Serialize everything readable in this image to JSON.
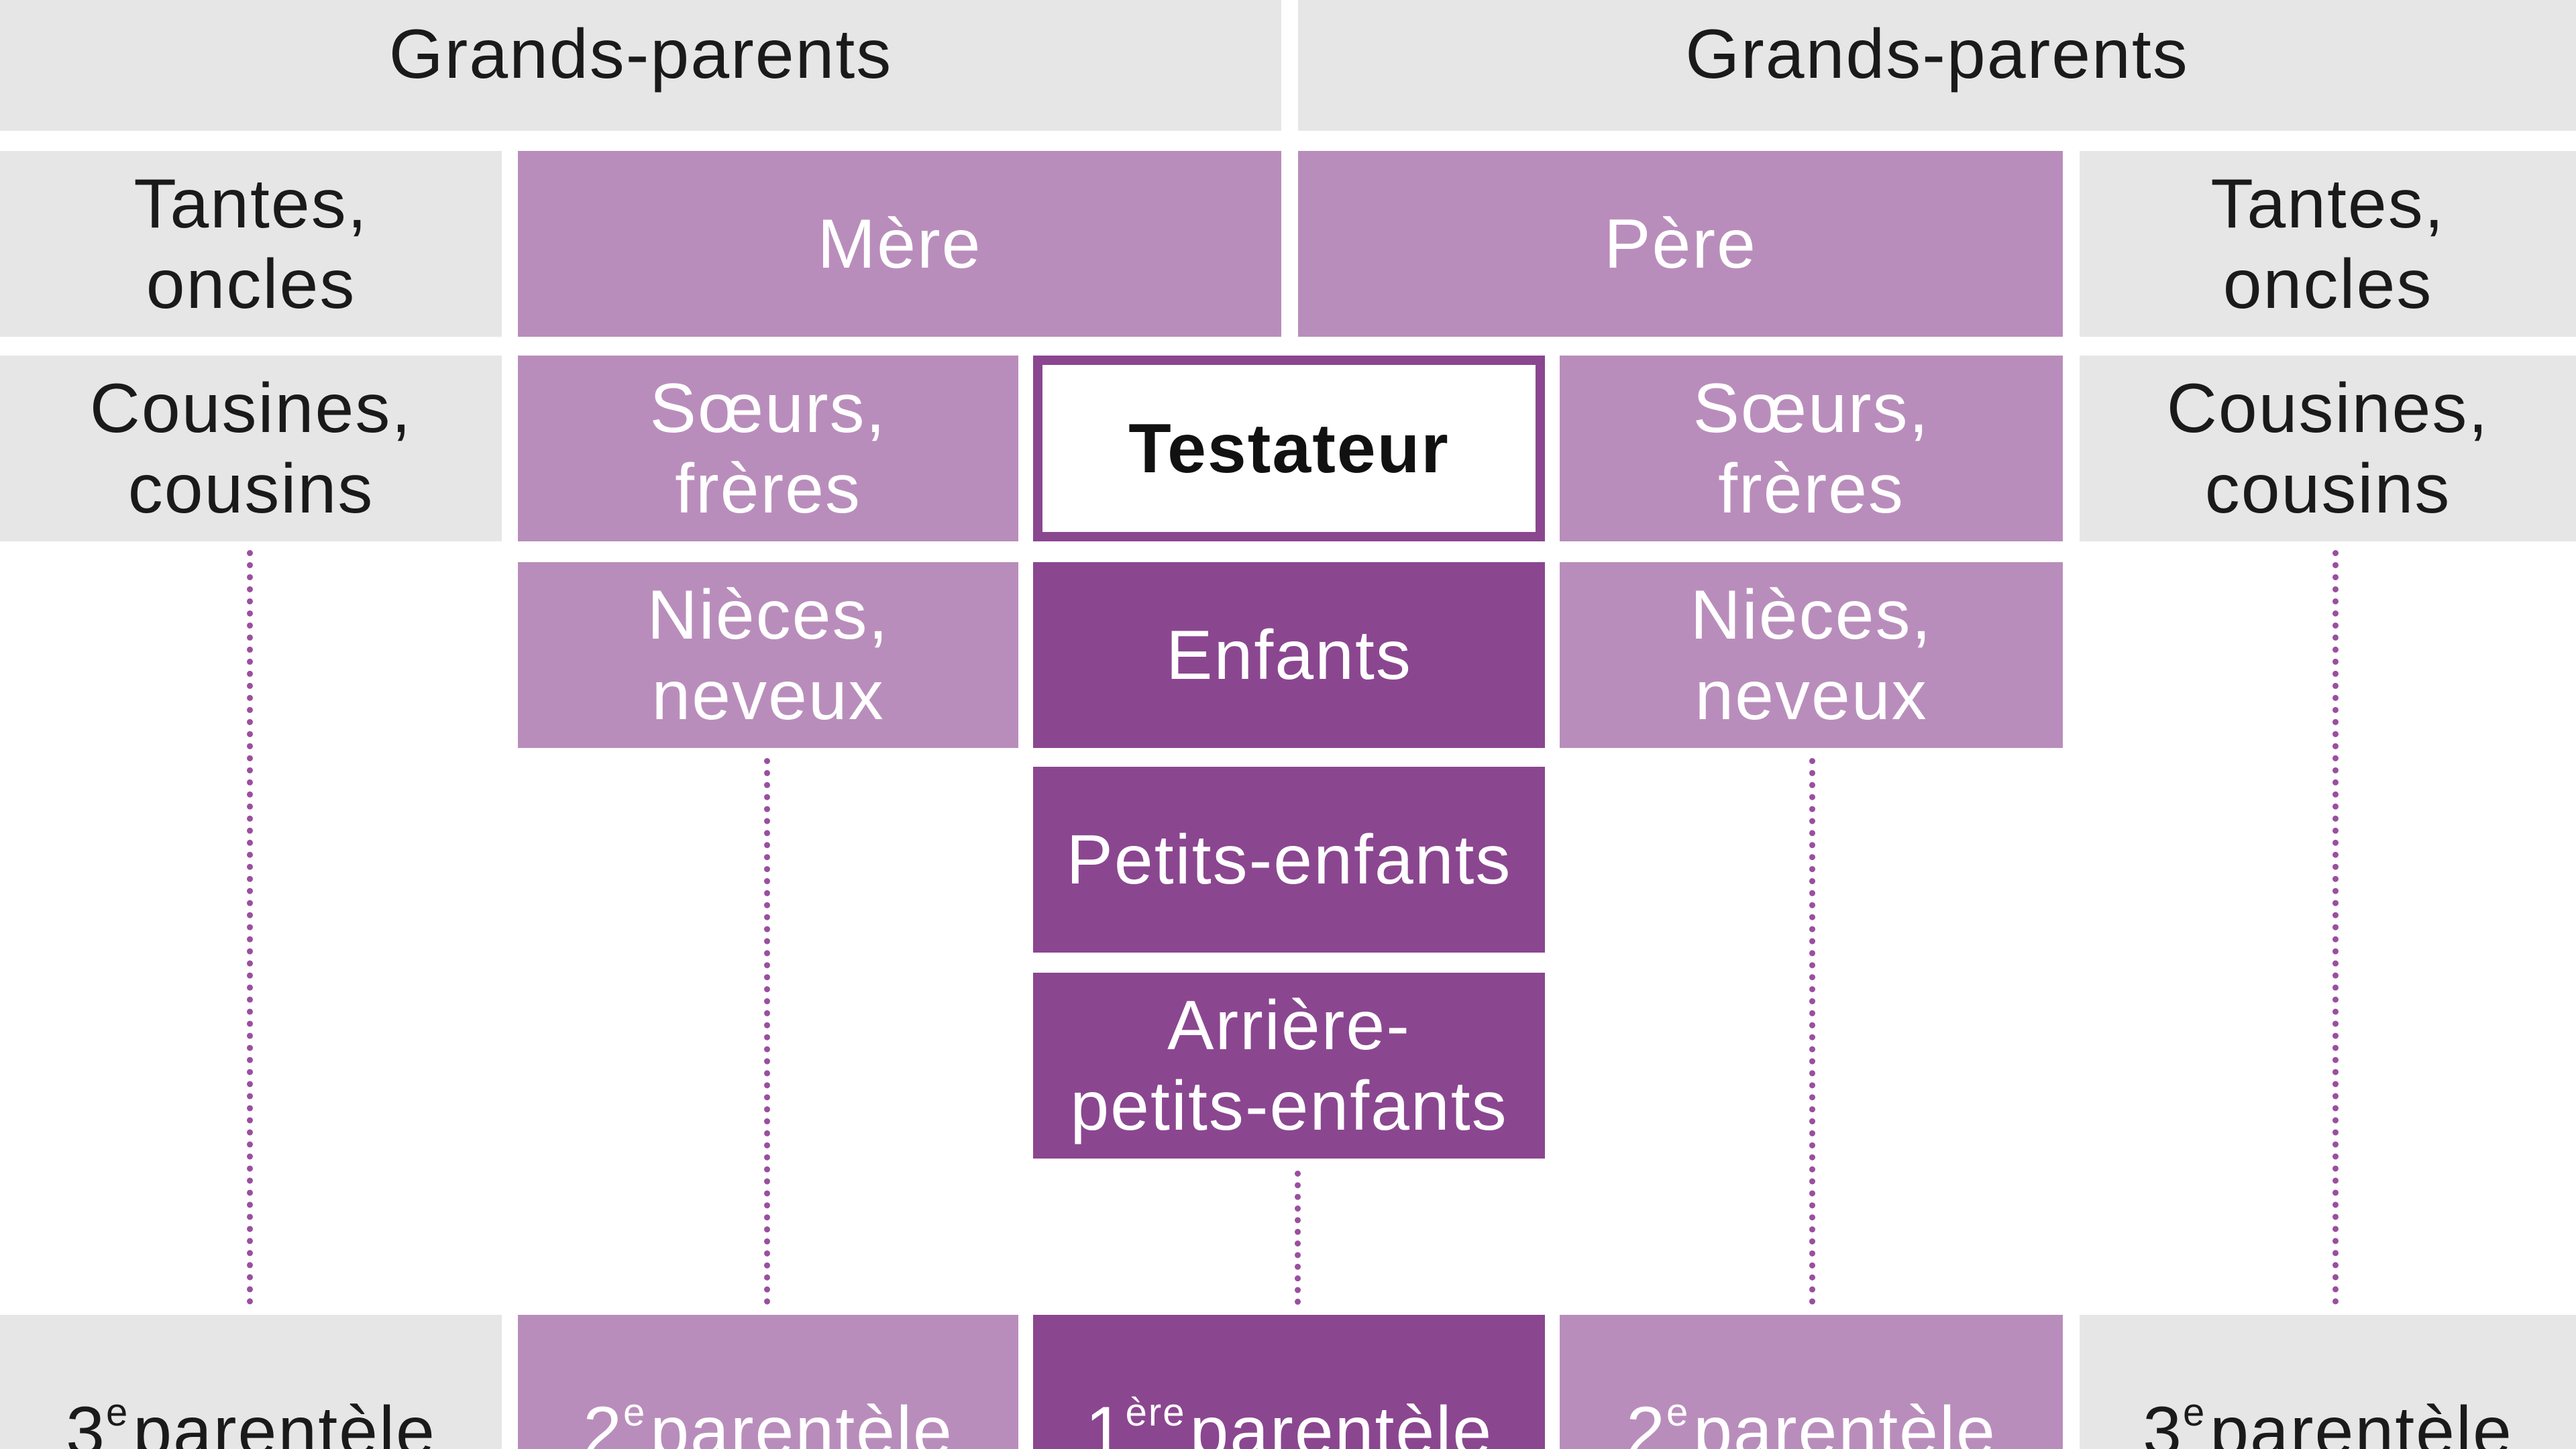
{
  "rows": {
    "grandparents": {
      "left": "Grands-parents",
      "right": "Grands-parents"
    },
    "parents": {
      "aunts_left": "Tantes,\noncles",
      "mother": "Mère",
      "father": "Père",
      "aunts_right": "Tantes,\noncles"
    },
    "siblings": {
      "cousins_left": "Cousines,\ncousins",
      "siblings_left": "Sœurs,\nfrères",
      "testator": "Testateur",
      "siblings_right": "Sœurs,\nfrères",
      "cousins_right": "Cousines,\ncousins"
    },
    "children": {
      "nephews_left": "Nièces,\nneveux",
      "children": "Enfants",
      "nephews_right": "Nièces,\nneveux"
    },
    "grandchildren": "Petits-enfants",
    "great_grandchildren": "Arrière-\npetits-enfants"
  },
  "parenteles": {
    "third_left": {
      "num": "3",
      "sup": "e",
      "label": "parentèle"
    },
    "second_left": {
      "num": "2",
      "sup": "e",
      "label": "parentèle"
    },
    "first": {
      "num": "1",
      "sup": "ère",
      "label": "parentèle"
    },
    "second_right": {
      "num": "2",
      "sup": "e",
      "label": "parentèle"
    },
    "third_right": {
      "num": "3",
      "sup": "e",
      "label": "parentèle"
    }
  },
  "colors": {
    "gray": "#e6e6e6",
    "light_purple": "#b98dbb",
    "dark_purple": "#8b4690",
    "white": "#ffffff"
  }
}
